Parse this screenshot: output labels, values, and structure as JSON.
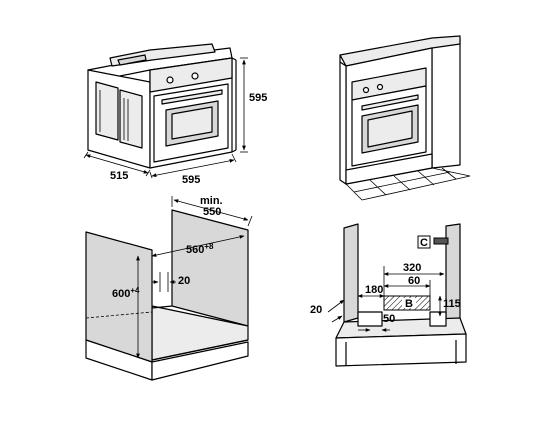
{
  "oven": {
    "height": "595",
    "depth": "515",
    "width": "595"
  },
  "cabinet": {
    "min_label": "min.",
    "min_value": "550",
    "width_value": "560",
    "width_tol": "+8",
    "height_value": "600",
    "height_tol": "+4",
    "gap": "20"
  },
  "section": {
    "c_label": "C",
    "b_label": "B",
    "d320": "320",
    "d60": "60",
    "d180": "180",
    "d115": "115",
    "d20": "20",
    "d50": "50"
  }
}
